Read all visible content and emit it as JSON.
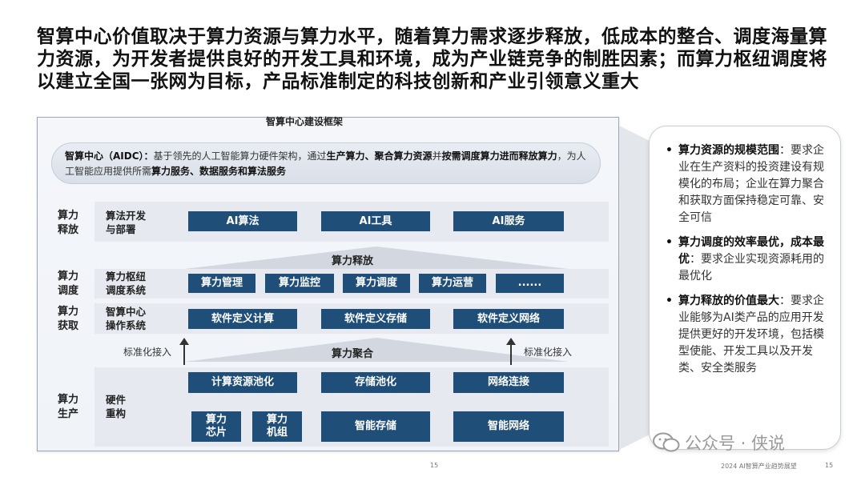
{
  "headline": "智算中心价值取决于算力资源与算力水平，随着算力需求逐步释放，低成本的整合、调度海量算力资源，为开发者提供良好的开发工具和环境，成为产业链竞争的制胜因素；而算力枢纽调度将以建立全国一张网为目标，产品标准制定的科技创新和产业引领意义重大",
  "diagram": {
    "title": "智算中心建设框架",
    "aidc": {
      "label": "智算中心（AIDC）：",
      "text_1": "基于领先的人工智能算力硬件架构，通过",
      "bold_1": "生产算力、聚合算力资源",
      "text_2": "并",
      "bold_2": "按需调度算力进而释放算力",
      "text_3": "，为人工智能应用提供所需",
      "bold_3": "算力服务、数据服务和算法服务"
    },
    "layers": {
      "release": {
        "label": "算力\n释放",
        "sub": "算法开发\n与部署",
        "items": [
          "AI算法",
          "AI工具",
          "AI服务"
        ]
      },
      "release_arrow": "算力释放",
      "schedule": {
        "label": "算力\n调度",
        "sub": "算力枢纽\n调度系统",
        "items": [
          "算力管理",
          "算力监控",
          "算力调度",
          "算力运营",
          "......"
        ]
      },
      "acquire": {
        "label": "算力\n获取",
        "sub": "智算中心\n操作系统",
        "items": [
          "软件定义计算",
          "软件定义存储",
          "软件定义网络"
        ]
      },
      "aggregate_arrow": "算力聚合",
      "std_left": "标准化接入",
      "std_right": "标准化接入",
      "produce": {
        "label": "算力\n生产",
        "sub": "硬件\n重构",
        "top_items": [
          "计算资源池化",
          "存储池化",
          "网络连接"
        ],
        "bottom_items": [
          "算力\n芯片",
          "算力\n机组",
          "智能存储",
          "智能网络"
        ]
      }
    }
  },
  "panel": {
    "bullets": [
      {
        "bold": "算力资源的规模范围",
        "text": "：要求企业在生产资料的投资建设有规模化的布局；企业在算力聚合和获取方面保持稳定可靠、安全可信"
      },
      {
        "bold": "算力调度的效率最优，成本最优",
        "text": "：要求企业实现资源耗用的最优化"
      },
      {
        "bold": "算力释放的价值最大",
        "text": "：要求企业能够为AI类产品的应用开发提供更好的开发环境，包括模型使能、开发工具以及开发类、安全类服务"
      }
    ]
  },
  "footer": {
    "page_left": "15",
    "doc_title": "2024 AI智算产业趋势展望",
    "page_right": "15"
  },
  "watermark": "公众号 · 侠说",
  "colors": {
    "box_blue": "#1f4e79",
    "band_gray": "#e6e9ef"
  }
}
